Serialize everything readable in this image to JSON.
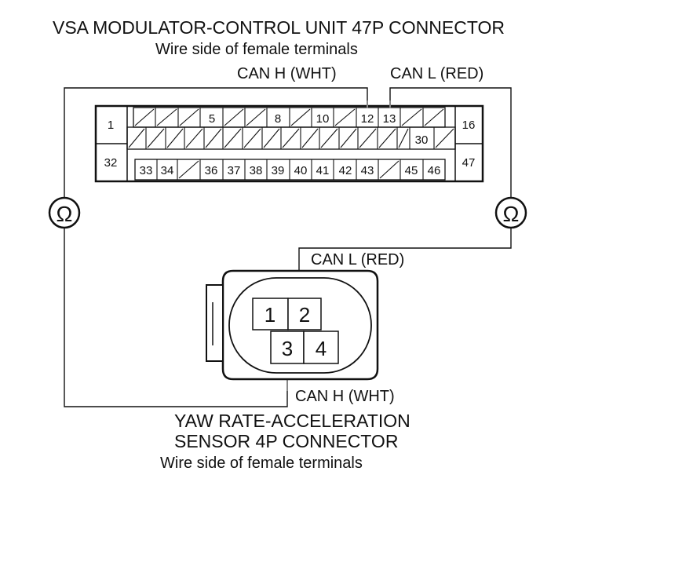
{
  "ecu": {
    "title": "VSA MODULATOR-CONTROL UNIT 47P CONNECTOR",
    "subtitle": "Wire side of female terminals",
    "can_h_label": "CAN H (WHT)",
    "can_l_label": "CAN L (RED)",
    "pins": {
      "p1": "1",
      "p5": "5",
      "p8": "8",
      "p10": "10",
      "p12": "12",
      "p13": "13",
      "p16": "16",
      "p30": "30",
      "p32": "32",
      "p33": "33",
      "p34": "34",
      "p36": "36",
      "p37": "37",
      "p38": "38",
      "p39": "39",
      "p40": "40",
      "p41": "41",
      "p42": "42",
      "p43": "43",
      "p45": "45",
      "p46": "46",
      "p47": "47"
    }
  },
  "sensor": {
    "title_line1": "YAW RATE-ACCELERATION",
    "title_line2": "SENSOR 4P CONNECTOR",
    "subtitle": "Wire side of female terminals",
    "can_l_label": "CAN L (RED)",
    "can_h_label": "CAN H (WHT)",
    "pins": {
      "p1": "1",
      "p2": "2",
      "p3": "3",
      "p4": "4"
    }
  },
  "meters": {
    "symbol": "Ω"
  }
}
